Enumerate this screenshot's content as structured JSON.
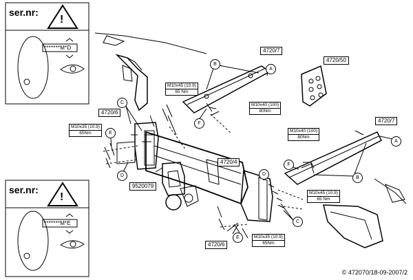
{
  "serial_panels": [
    {
      "ser_label": "ser.nr:",
      "serial_code": "*******M*D"
    },
    {
      "ser_label": "ser.nr:",
      "serial_code": "*******M*E"
    }
  ],
  "part_labels": {
    "p4720_7_top": "4720/7",
    "p4720_50": "4720/50",
    "p4720_6_left": "4720/6",
    "p4720_7_right": "4720/7",
    "p4720_4": "4720/4",
    "p9520079": "9520079",
    "p4720_6_bottom": "4720/6"
  },
  "bolt_specs": {
    "m10x40_top": {
      "size": "M10x40 (100)",
      "torque": "80Nm"
    },
    "m10x45_left": {
      "size": "M10x45 (10.9)",
      "torque": "65 Nm"
    },
    "m10x35_left": {
      "size": "M10x35 (10.9)",
      "torque": "65Nm"
    },
    "m10x40_right": {
      "size": "M10x40 (100)",
      "torque": "80Nm"
    },
    "m10x45_right": {
      "size": "M10x45 (10.9)",
      "torque": "65 Nm"
    },
    "m10x35_bottom": {
      "size": "M10x35 (10.9)",
      "torque": "65Nm"
    }
  },
  "callout_letters": {
    "a": "A",
    "b": "B",
    "c": "C",
    "d": "D",
    "e": "E",
    "f": "F"
  },
  "footer": "© 472070/18-09-2007/2"
}
